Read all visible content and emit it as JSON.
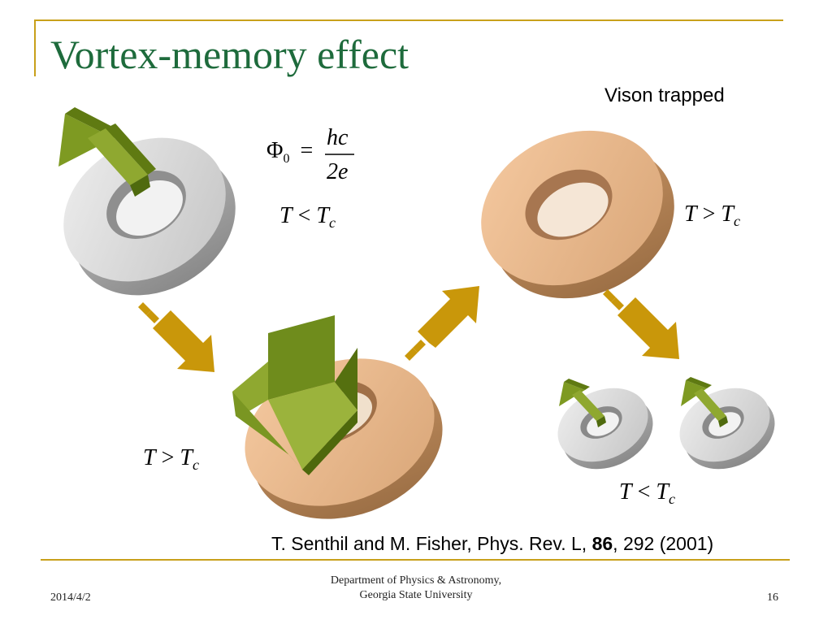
{
  "slide": {
    "title": "Vortex-memory effect",
    "vison_label": "Vison trapped",
    "flux_quantum": {
      "lhs": "Φ",
      "lhs_sub": "0",
      "eq": "=",
      "numerator": "hc",
      "denominator": "2e"
    },
    "conditions": {
      "top_center": {
        "T": "T",
        "rel": "<",
        "Tc": "T",
        "c": "c"
      },
      "top_right": {
        "T": "T",
        "rel": ">",
        "Tc": "T",
        "c": "c"
      },
      "bottom_left": {
        "T": "T",
        "rel": ">",
        "Tc": "T",
        "c": "c"
      },
      "bottom_right": {
        "T": "T",
        "rel": "<",
        "Tc": "T",
        "c": "c"
      }
    },
    "reference": {
      "authors": "T. Senthil and M. Fisher, Phys. Rev. L, ",
      "volume": "86",
      "rest": ", 292 (2001)"
    }
  },
  "footer": {
    "date": "2014/4/2",
    "dept_line1": "Department of Physics & Astronomy,",
    "dept_line2": "Georgia State University",
    "page": "16"
  },
  "colors": {
    "title": "#1e6b3c",
    "rule": "#c8a01a",
    "ring_grey": "#d2d2d2",
    "ring_tan": "#e8b58a",
    "arrow_green": "#8fa830",
    "process_arrow": "#c9970a"
  }
}
